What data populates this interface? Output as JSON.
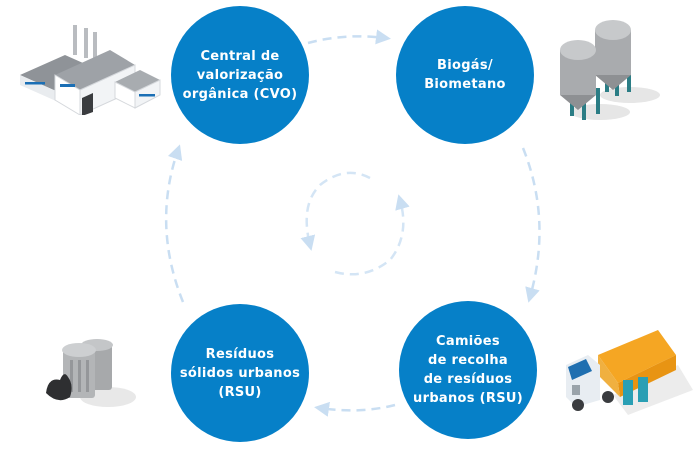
{
  "diagram": {
    "title": "",
    "colors": {
      "node_fill": "#0680c8",
      "node_text": "#ffffff",
      "arrow": "#c9def2"
    },
    "nodes": [
      {
        "id": "cvo",
        "label": "Central de\nvalorização\norgânica (CVO)",
        "illustration": "factory-icon"
      },
      {
        "id": "bio",
        "label": "Biogás/\nBiometano",
        "illustration": "silos-icon"
      },
      {
        "id": "cam",
        "label": "Camiões\nde recolha\nde resíduos\nurbanos (RSU)",
        "illustration": "garbage-truck-icon"
      },
      {
        "id": "rsu",
        "label": "Resíduos\nsólidos urbanos\n(RSU)",
        "illustration": "trash-bins-icon"
      }
    ],
    "flow": [
      {
        "from": "cvo",
        "to": "bio"
      },
      {
        "from": "bio",
        "to": "cam"
      },
      {
        "from": "cam",
        "to": "rsu"
      },
      {
        "from": "rsu",
        "to": "cvo"
      }
    ],
    "center_symbol": "cycle-arrows-icon"
  }
}
